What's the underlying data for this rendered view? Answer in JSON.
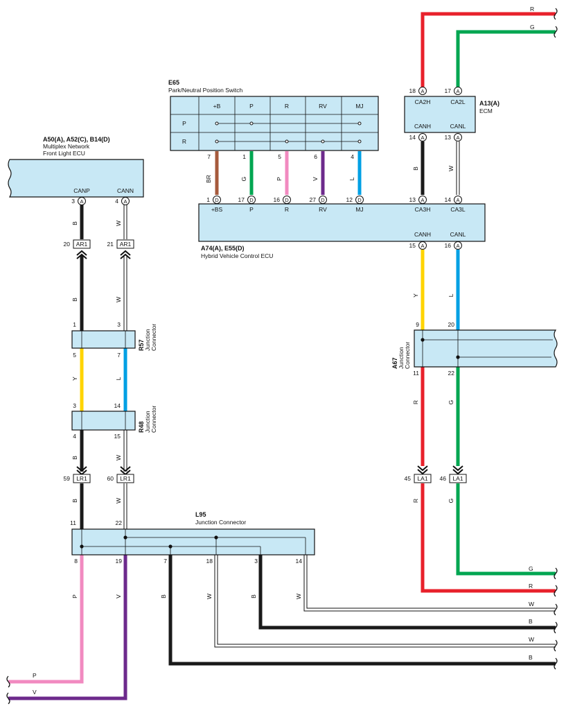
{
  "colors": {
    "black": "#1a1a1a",
    "red": "#e8212b",
    "green": "#00a651",
    "yellow": "#ffd400",
    "blue": "#00a0e4",
    "pink": "#f18ac0",
    "violet": "#6d2a8c",
    "brown": "#a65a3c",
    "box_fill": "#c8e8f5"
  },
  "components": {
    "e65": {
      "id": "E65",
      "name": "Park/Neutral Position Switch",
      "columns": [
        "+B",
        "P",
        "R",
        "RV",
        "MJ"
      ],
      "rows": [
        "P",
        "R"
      ],
      "pins": [
        "7",
        "1",
        "5",
        "6",
        "4"
      ],
      "wires": [
        "BR",
        "G",
        "P",
        "V",
        "L"
      ]
    },
    "a13": {
      "id": "A13(A)",
      "name": "ECM",
      "top_terms": [
        "CA2H",
        "CA2L"
      ],
      "bottom_terms": [
        "CANH",
        "CANL"
      ],
      "top_pins": [
        "18",
        "17"
      ],
      "bottom_pins": [
        "14",
        "13"
      ],
      "conn": "A"
    },
    "a50": {
      "id": "A50(A), A52(C), B14(D)",
      "name1": "Multiplex Network",
      "name2": "Front Light ECU",
      "terms": [
        "CANP",
        "CANN"
      ],
      "pins": [
        "3",
        "4"
      ],
      "conn": "A"
    },
    "a74": {
      "id": "A74(A), E55(D)",
      "name": "Hybrid Vehicle Control ECU",
      "top_terms": [
        "+BS",
        "P",
        "R",
        "RV",
        "MJ",
        "CA3H",
        "CA3L"
      ],
      "top_pins": [
        "1",
        "17",
        "16",
        "27",
        "12",
        "13",
        "14"
      ],
      "top_conns": [
        "D",
        "D",
        "D",
        "D",
        "D",
        "A",
        "A"
      ],
      "bottom_terms": [
        "CANH",
        "CANL"
      ],
      "bottom_pins": [
        "15",
        "16"
      ],
      "bottom_conns": [
        "A",
        "A"
      ]
    },
    "r57": {
      "id": "R57",
      "name1": "Junction",
      "name2": "Connector",
      "top_pins": [
        "1",
        "3"
      ],
      "bottom_pins": [
        "5",
        "7"
      ]
    },
    "r48": {
      "id": "R48",
      "name1": "Junction",
      "name2": "Connector",
      "top_pins": [
        "3",
        "14"
      ],
      "bottom_pins": [
        "4",
        "15"
      ]
    },
    "a67": {
      "id": "A67",
      "name1": "Junction",
      "name2": "Connector",
      "top_pins": [
        "9",
        "20"
      ],
      "bottom_pins": [
        "11",
        "22"
      ]
    },
    "l95": {
      "id": "L95",
      "name": "Junction Connector",
      "top_pins": [
        "11",
        "22"
      ],
      "bottom_pins": [
        "8",
        "19",
        "7",
        "18",
        "3",
        "14"
      ]
    }
  },
  "connectors": {
    "ar1_left": {
      "pin": "20",
      "label": "AR1"
    },
    "ar1_right": {
      "pin": "21",
      "label": "AR1"
    },
    "lr1_left": {
      "pin": "59",
      "label": "LR1"
    },
    "lr1_right": {
      "pin": "60",
      "label": "LR1"
    },
    "la1_left": {
      "pin": "45",
      "label": "LA1"
    },
    "la1_right": {
      "pin": "46",
      "label": "LA1"
    }
  },
  "wire_colors": {
    "top_red": "R",
    "top_green": "G",
    "ecm_to_hv_h": "B",
    "ecm_to_hv_l": "W",
    "hv_canh": "Y",
    "hv_canl": "L",
    "a67_out_h": "R",
    "a67_out_l": "G",
    "la1_out_h": "R",
    "la1_out_l": "G",
    "left_canp": "B",
    "left_cann": "W",
    "ar1_h": "B",
    "ar1_l": "W",
    "r57_h": "Y",
    "r57_l": "L",
    "r48_h": "B",
    "r48_l": "W",
    "lr1_h": "B",
    "lr1_l": "W",
    "l95_8": "P",
    "l95_19": "V",
    "l95_7": "B",
    "l95_18": "W",
    "l95_3": "B",
    "l95_14": "W",
    "right_g": "G",
    "right_r": "R",
    "right_w1": "W",
    "right_b1": "B",
    "right_w2": "W",
    "right_b2": "B",
    "left_p": "P",
    "left_v": "V"
  }
}
